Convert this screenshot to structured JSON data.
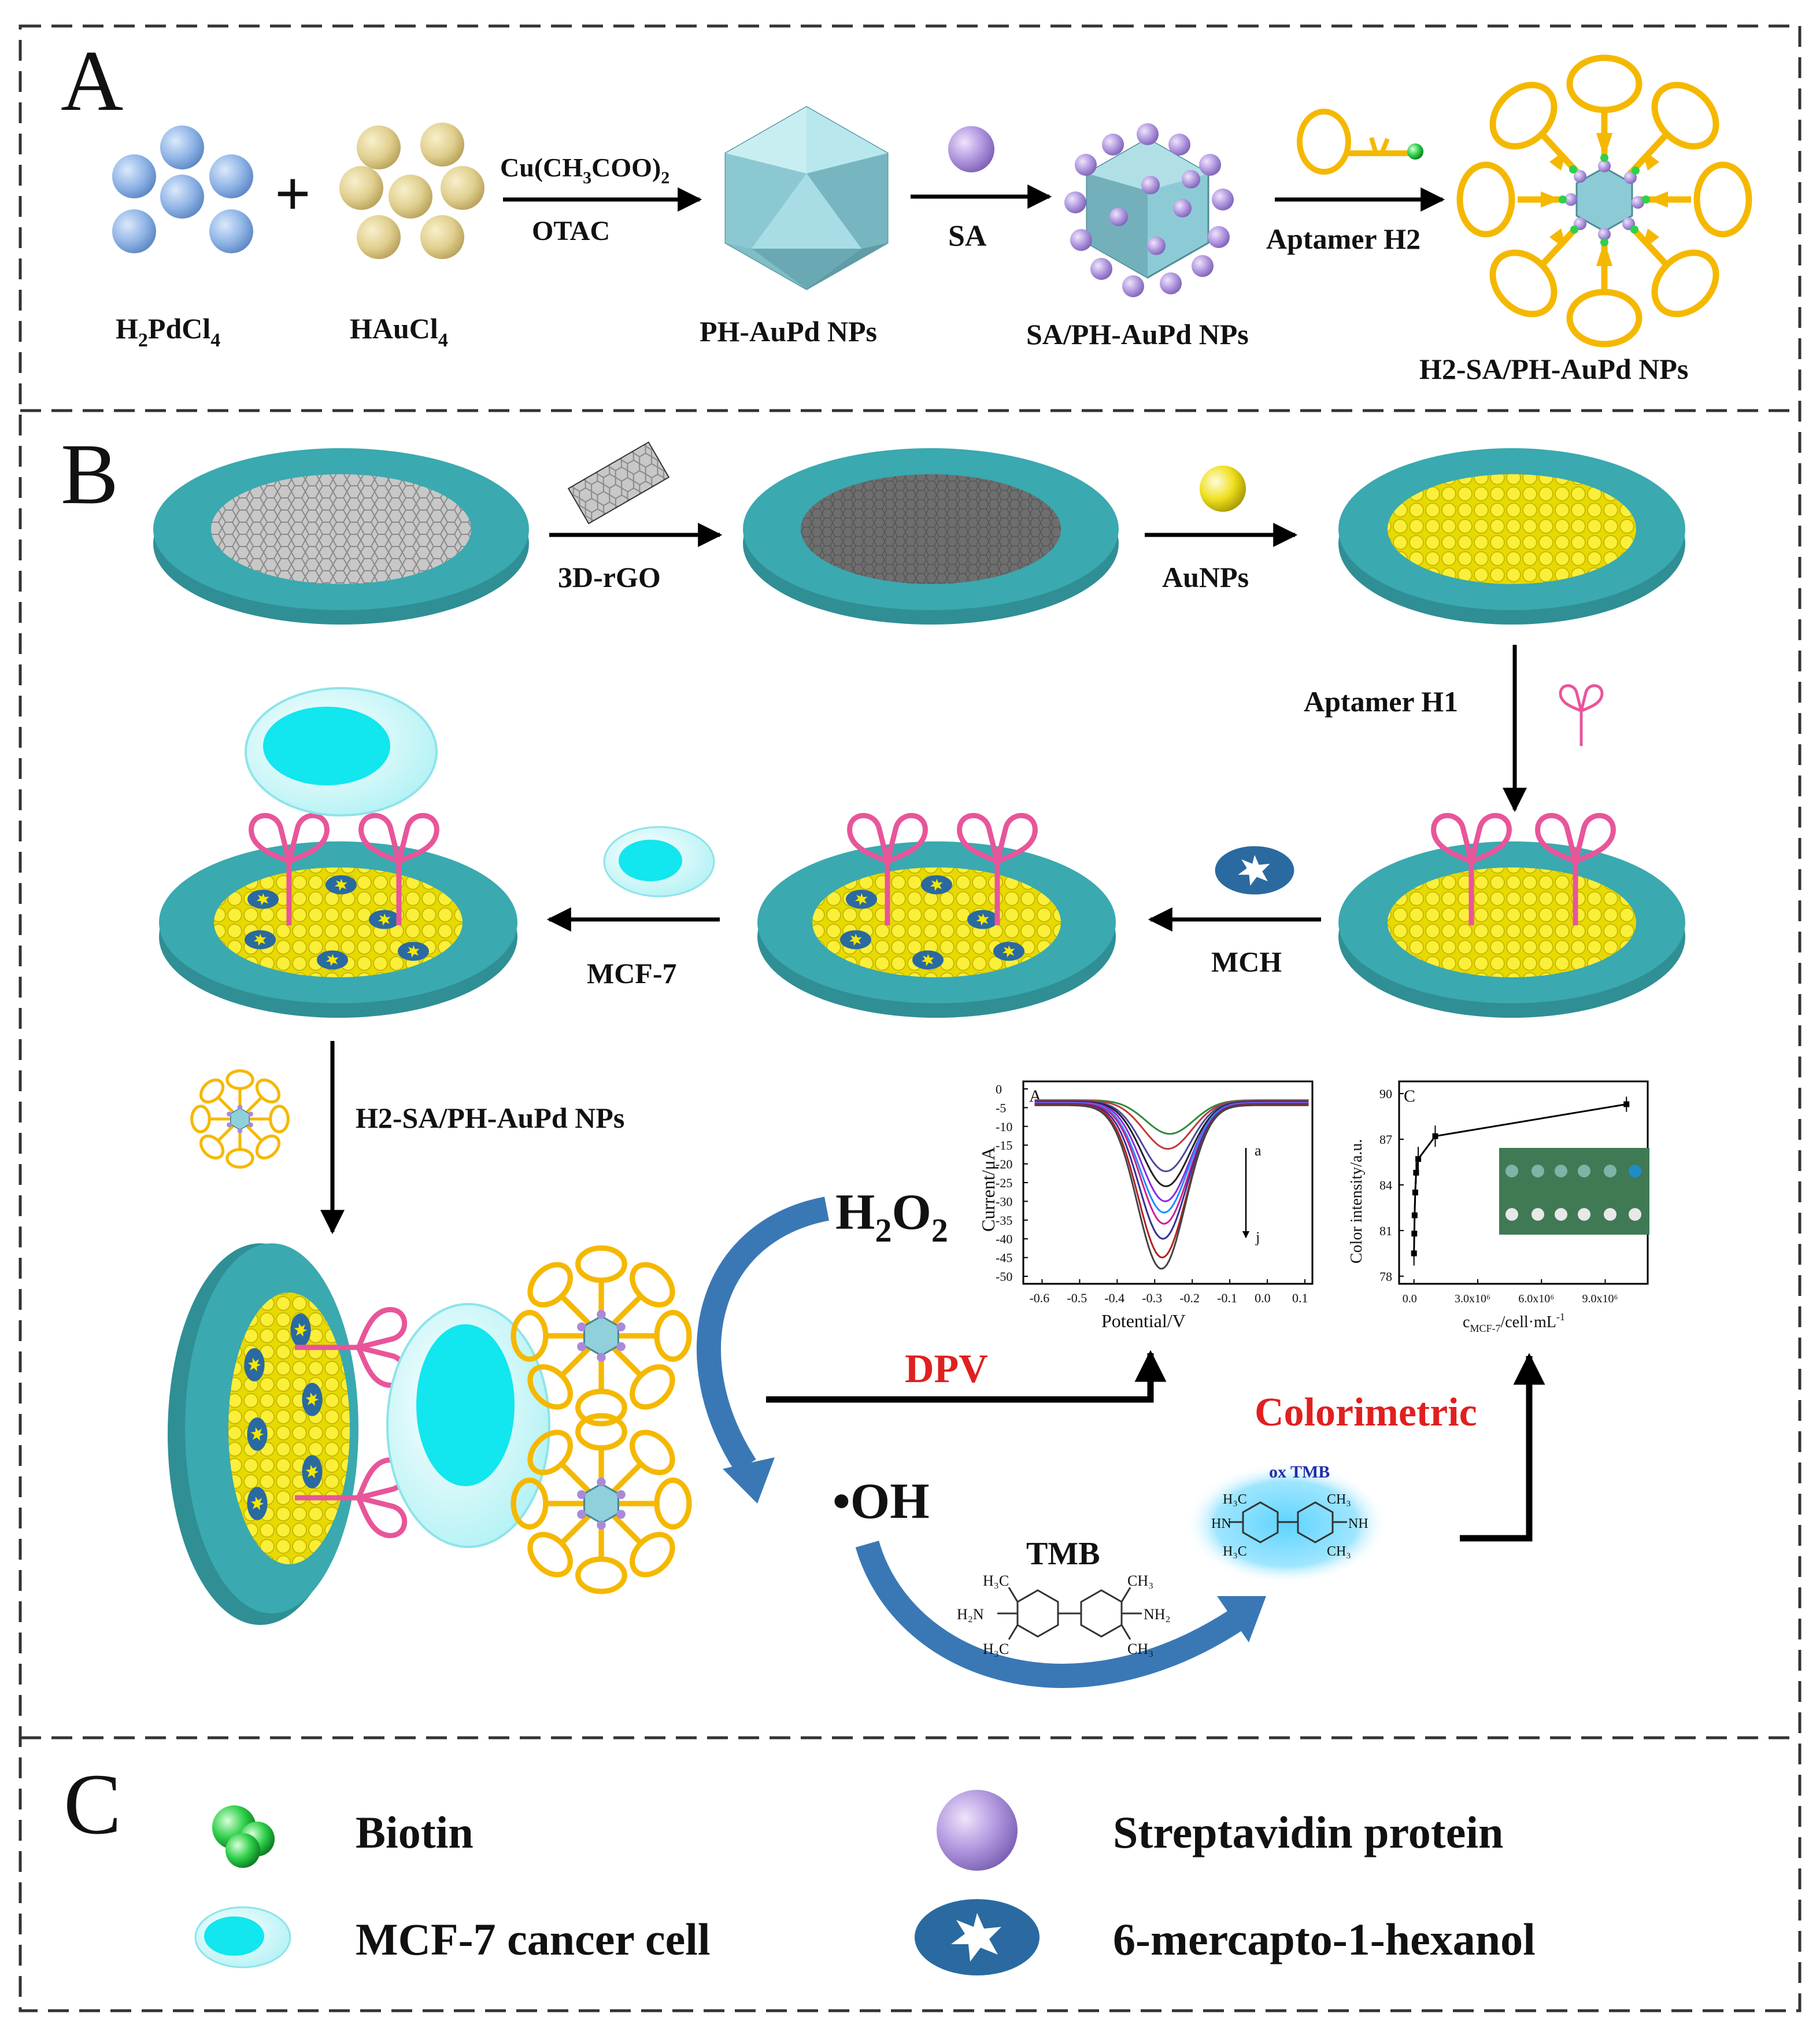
{
  "panels": {
    "a": "A",
    "b": "B",
    "c": "C"
  },
  "synthesis": {
    "reactant1": "H",
    "reactant1_sub": "2",
    "reactant1_rest": "PdCl",
    "reactant1_sub2": "4",
    "plus": "+",
    "reactant2": "HAuCl",
    "reactant2_sub": "4",
    "reagent_top": "Cu(CH",
    "reagent_top_sub": "3",
    "reagent_top_rest": "COO)",
    "reagent_top_sub2": "2",
    "reagent_bottom": "OTAC",
    "product1": "PH-AuPd NPs",
    "step2": "SA",
    "product2": "SA/PH-AuPd NPs",
    "step3": "Aptamer H2",
    "product3": "H2-SA/PH-AuPd NPs"
  },
  "assembly": {
    "step_rgo": "3D-rGO",
    "step_aunps": "AuNPs",
    "step_aptamer": "Aptamer H1",
    "step_mch": "MCH",
    "step_mcf7": "MCF-7",
    "step_probe": "H2-SA/PH-AuPd NPs"
  },
  "reaction": {
    "h2o2_main": "H",
    "h2o2_sub1": "2",
    "h2o2_mid": "O",
    "h2o2_sub2": "2",
    "oh": "•OH",
    "dpv": "DPV",
    "colorimetric": "Colorimetric",
    "tmb": "TMB",
    "ox_tmb": "ox TMB",
    "tmb_groups": {
      "me": "H₃C",
      "me_r": "CH₃",
      "amine_l": "H₂N",
      "amine_r": "NH₂",
      "imine_l": "HN",
      "imine_r": "NH"
    }
  },
  "chart_data": [
    {
      "type": "line",
      "panel_label": "A",
      "xlabel": "Potential/V",
      "ylabel": "Current/μA",
      "x_ticks": [
        "-0.6",
        "-0.5",
        "-0.4",
        "-0.3",
        "-0.2",
        "-0.1",
        "0.0",
        "0.1"
      ],
      "y_ticks": [
        "0",
        "-5",
        "-10",
        "-15",
        "-20",
        "-25",
        "-30",
        "-35",
        "-40",
        "-45",
        "-50"
      ],
      "xlim": [
        -0.65,
        0.12
      ],
      "ylim": [
        -52,
        2
      ],
      "annotation_top": "a",
      "annotation_bottom": "j",
      "series": [
        {
          "color": "#2e8b3e",
          "peak_x": -0.26,
          "peak_y": -12,
          "width": 0.09
        },
        {
          "color": "#c03a3a",
          "peak_x": -0.265,
          "peak_y": -16,
          "width": 0.09
        },
        {
          "color": "#4a4aa0",
          "peak_x": -0.27,
          "peak_y": -22,
          "width": 0.09
        },
        {
          "color": "#222222",
          "peak_x": -0.27,
          "peak_y": -26,
          "width": 0.09
        },
        {
          "color": "#8a2be2",
          "peak_x": -0.272,
          "peak_y": -30,
          "width": 0.09
        },
        {
          "color": "#1e90ff",
          "peak_x": -0.275,
          "peak_y": -33,
          "width": 0.09
        },
        {
          "color": "#d02090",
          "peak_x": -0.275,
          "peak_y": -36,
          "width": 0.09
        },
        {
          "color": "#333399",
          "peak_x": -0.278,
          "peak_y": -40,
          "width": 0.09
        },
        {
          "color": "#b22222",
          "peak_x": -0.28,
          "peak_y": -45,
          "width": 0.09
        },
        {
          "color": "#444444",
          "peak_x": -0.282,
          "peak_y": -48,
          "width": 0.09
        }
      ]
    },
    {
      "type": "scatter",
      "panel_label": "C",
      "xlabel": "c",
      "xlabel_sub": "MCF-7",
      "xlabel_rest": "/cell·mL",
      "xlabel_sup": "-1",
      "ylabel": "Color intensity/a.u.",
      "x_ticks": [
        "0.0",
        "3.0x10⁶",
        "6.0x10⁶",
        "9.0x10⁶"
      ],
      "x_tick_values": [
        0,
        3000000,
        6000000,
        9000000
      ],
      "y_ticks": [
        "78",
        "81",
        "84",
        "87",
        "90"
      ],
      "y_tick_values": [
        78,
        81,
        84,
        87,
        90
      ],
      "xlim": [
        -700000,
        11000000
      ],
      "ylim": [
        77.5,
        90.8
      ],
      "points": [
        {
          "x": 0,
          "y": 79.5,
          "err": 0.8
        },
        {
          "x": 15000,
          "y": 80.8,
          "err": 0.9
        },
        {
          "x": 30000,
          "y": 82.0,
          "err": 0.8
        },
        {
          "x": 60000,
          "y": 83.5,
          "err": 0.7
        },
        {
          "x": 100000,
          "y": 84.8,
          "err": 0.7
        },
        {
          "x": 200000,
          "y": 85.7,
          "err": 0.8
        },
        {
          "x": 1000000,
          "y": 87.2,
          "err": 0.7
        },
        {
          "x": 10000000,
          "y": 89.3,
          "err": 0.5
        }
      ]
    }
  ],
  "legend": {
    "biotin": "Biotin",
    "streptavidin": "Streptavidin protein",
    "cell": "MCF-7 cancer cell",
    "mch": "6-mercapto-1-hexanol"
  },
  "colors": {
    "teal_ring": "#3aa9b0",
    "yellow": "#f5e800",
    "pink": "#e8559a",
    "purple": "#a98ad8",
    "cyan": "#12e6ee",
    "orange": "#f5b800",
    "navy": "#2a6aa0",
    "red_text": "#e02020",
    "arrow_blue": "#3a78b5"
  }
}
